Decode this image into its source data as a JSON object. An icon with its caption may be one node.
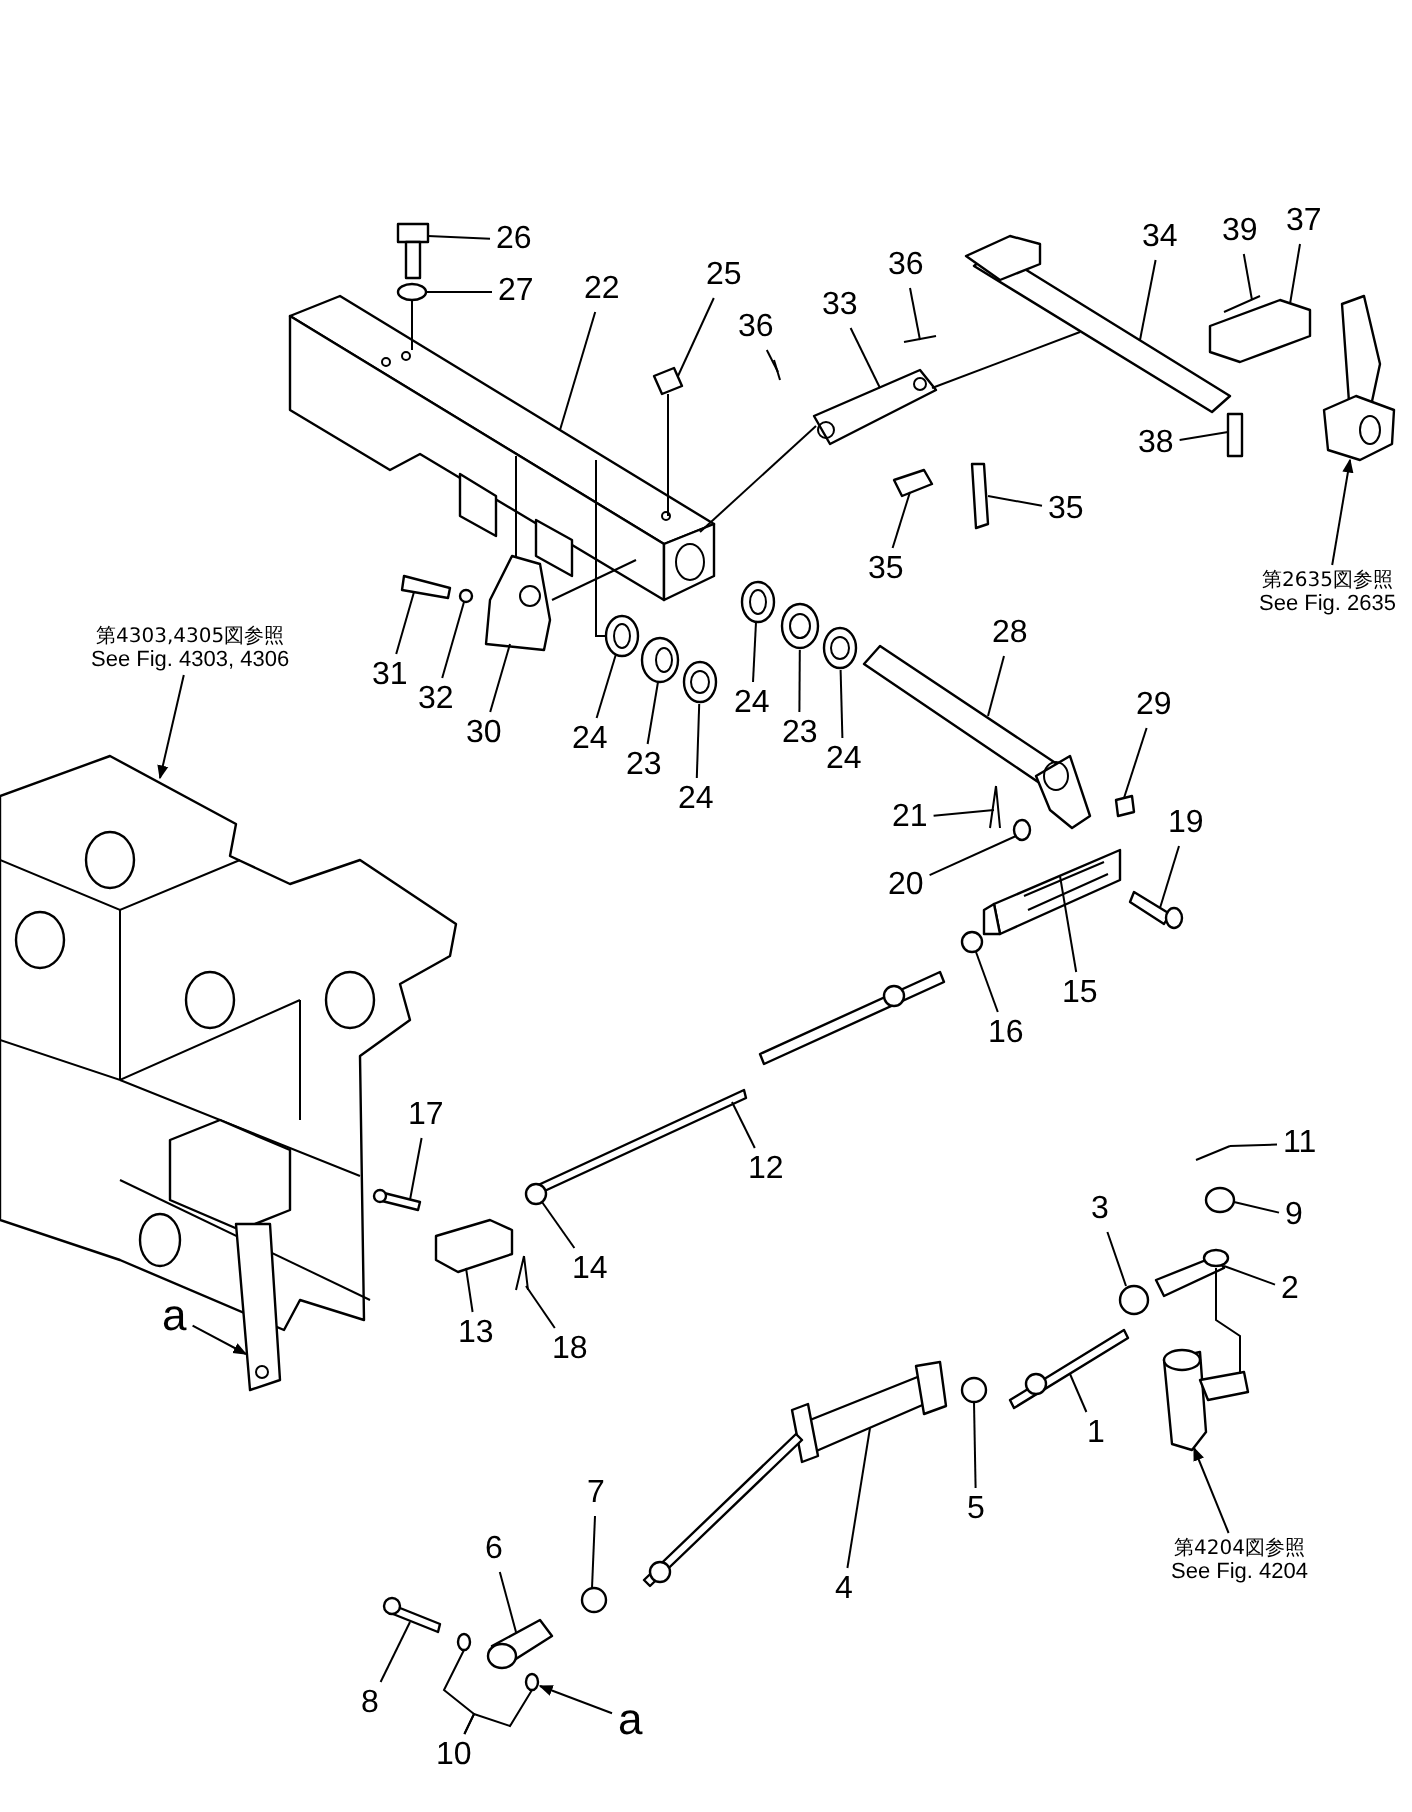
{
  "diagram": {
    "nodes": [
      {
        "text": [
          "26"
        ]
      },
      {
        "text": [
          "27"
        ]
      },
      {
        "text": [
          "22"
        ]
      },
      {
        "text": [
          "25"
        ]
      },
      {
        "text": [
          "36"
        ]
      },
      {
        "text": [
          "36"
        ]
      },
      {
        "text": [
          "33"
        ]
      },
      {
        "text": [
          "34"
        ]
      },
      {
        "text": [
          "39"
        ]
      },
      {
        "text": [
          "37"
        ]
      },
      {
        "text": [
          "38"
        ]
      },
      {
        "text": [
          "35"
        ]
      },
      {
        "text": [
          "35"
        ]
      },
      {
        "text": [
          "第2635図参照",
          "See Fig. 2635"
        ]
      },
      {
        "text": [
          "第4303,4305図参照",
          "See Fig. 4303, 4306"
        ]
      },
      {
        "text": [
          "31"
        ]
      },
      {
        "text": [
          "32"
        ]
      },
      {
        "text": [
          "30"
        ]
      },
      {
        "text": [
          "24"
        ]
      },
      {
        "text": [
          "23"
        ]
      },
      {
        "text": [
          "24"
        ]
      },
      {
        "text": [
          "24"
        ]
      },
      {
        "text": [
          "23"
        ]
      },
      {
        "text": [
          "24"
        ]
      },
      {
        "text": [
          "28"
        ]
      },
      {
        "text": [
          "29"
        ]
      },
      {
        "text": [
          "21"
        ]
      },
      {
        "text": [
          "20"
        ]
      },
      {
        "text": [
          "19"
        ]
      },
      {
        "text": [
          "15"
        ]
      },
      {
        "text": [
          "16"
        ]
      },
      {
        "text": [
          "17"
        ]
      },
      {
        "text": [
          "12"
        ]
      },
      {
        "text": [
          "11"
        ]
      },
      {
        "text": [
          "3"
        ]
      },
      {
        "text": [
          "9"
        ]
      },
      {
        "text": [
          "14"
        ]
      },
      {
        "text": [
          "2"
        ]
      },
      {
        "text": [
          "13"
        ]
      },
      {
        "text": [
          "18"
        ]
      },
      {
        "text": [
          "a"
        ]
      },
      {
        "text": [
          "1"
        ]
      },
      {
        "text": [
          "5"
        ]
      },
      {
        "text": [
          "4"
        ]
      },
      {
        "text": [
          "7"
        ]
      },
      {
        "text": [
          "6"
        ]
      },
      {
        "text": [
          "第4204図参照",
          "See Fig. 4204"
        ]
      },
      {
        "text": [
          "8"
        ]
      },
      {
        "text": [
          "10"
        ]
      },
      {
        "text": [
          "a"
        ]
      },
      {
        "text": [],
        "shape": "circle"
      },
      {
        "text": [],
        "shape": "circle"
      },
      {
        "text": [],
        "shape": "circle"
      },
      {
        "text": [],
        "shape": "picture"
      },
      {
        "text": [],
        "shape": "circle"
      },
      {
        "text": [],
        "shape": "picture"
      },
      {
        "text": [],
        "shape": "box"
      },
      {
        "text": [],
        "shape": "picture"
      },
      {
        "text": [],
        "shape": "picture"
      },
      {
        "text": [],
        "shape": "picture"
      },
      {
        "text": [],
        "shape": "picture"
      },
      {
        "text": [],
        "shape": "picture"
      },
      {
        "text": [],
        "shape": "box"
      },
      {
        "text": [],
        "shape": "box"
      },
      {
        "text": [],
        "shape": "box"
      },
      {
        "text": [],
        "shape": "box"
      },
      {
        "text": [],
        "shape": "picture"
      },
      {
        "text": [],
        "shape": "picture"
      },
      {
        "text": [],
        "shape": "box"
      },
      {
        "text": [],
        "shape": "circle"
      },
      {
        "text": [],
        "shape": "picture"
      },
      {
        "text": [],
        "shape": "picture"
      },
      {
        "text": [],
        "shape": "picture"
      },
      {
        "text": [],
        "shape": "picture"
      },
      {
        "text": [],
        "shape": "picture"
      },
      {
        "text": [],
        "shape": "box"
      },
      {
        "text": [],
        "shape": "picture"
      },
      {
        "text": [],
        "shape": "circle"
      },
      {
        "text": [],
        "shape": "picture"
      },
      {
        "text": [],
        "shape": "picture"
      },
      {
        "text": [],
        "shape": "circle"
      },
      {
        "text": [],
        "shape": "box"
      },
      {
        "text": [],
        "shape": "box"
      },
      {
        "text": [],
        "shape": "picture"
      },
      {
        "text": [],
        "shape": "circle"
      },
      {
        "text": [],
        "shape": "circle"
      },
      {
        "text": [],
        "shape": "circle"
      },
      {
        "text": [],
        "shape": "picture"
      },
      {
        "text": [],
        "shape": "box"
      },
      {
        "text": [],
        "shape": "picture"
      },
      {
        "text": [],
        "shape": "picture"
      },
      {
        "text": [],
        "shape": "circle"
      },
      {
        "text": [],
        "shape": "picture"
      },
      {
        "text": [],
        "shape": "circle"
      },
      {
        "text": [],
        "shape": "picture"
      },
      {
        "text": [],
        "shape": "picture"
      },
      {
        "text": [],
        "shape": "box"
      },
      {
        "text": [],
        "shape": "circle"
      },
      {
        "text": [],
        "shape": "circle"
      }
    ],
    "edges": [
      {
        "from": 0,
        "to": 53,
        "arrow": "none"
      },
      {
        "from": 1,
        "to": 54,
        "arrow": "none"
      },
      {
        "from": 2,
        "to": 55,
        "arrow": "none"
      },
      {
        "from": 3,
        "to": 56,
        "arrow": "none"
      },
      {
        "from": 4,
        "to": 57,
        "arrow": "none"
      },
      {
        "from": 5,
        "to": 58,
        "arrow": "none"
      },
      {
        "from": 6,
        "to": 59,
        "arrow": "none"
      },
      {
        "from": 7,
        "to": 60,
        "arrow": "none"
      },
      {
        "from": 8,
        "to": 61,
        "arrow": "none"
      },
      {
        "from": 9,
        "to": 62,
        "arrow": "none"
      },
      {
        "from": 10,
        "to": 63,
        "arrow": "none"
      },
      {
        "from": 11,
        "to": 64,
        "arrow": "none"
      },
      {
        "from": 12,
        "to": 65,
        "arrow": "none"
      },
      {
        "from": 13,
        "to": 66,
        "arrow": "to"
      },
      {
        "from": 14,
        "to": 67,
        "arrow": "to"
      },
      {
        "from": 15,
        "to": 68,
        "arrow": "none"
      },
      {
        "from": 16,
        "to": 69,
        "arrow": "none"
      },
      {
        "from": 17,
        "to": 70,
        "arrow": "none"
      },
      {
        "from": 18,
        "to": 71,
        "arrow": "none"
      },
      {
        "from": 19,
        "to": 72,
        "arrow": "none"
      },
      {
        "from": 20,
        "to": 50,
        "arrow": "none"
      },
      {
        "from": 21,
        "to": 73,
        "arrow": "none"
      },
      {
        "from": 22,
        "to": 51,
        "arrow": "none"
      },
      {
        "from": 23,
        "to": 52,
        "arrow": "none"
      },
      {
        "from": 24,
        "to": 74,
        "arrow": "none"
      },
      {
        "from": 25,
        "to": 75,
        "arrow": "none"
      },
      {
        "from": 26,
        "to": 76,
        "arrow": "none"
      },
      {
        "from": 27,
        "to": 77,
        "arrow": "none"
      },
      {
        "from": 28,
        "to": 78,
        "arrow": "none"
      },
      {
        "from": 29,
        "to": 79,
        "arrow": "none"
      },
      {
        "from": 30,
        "to": 80,
        "arrow": "none"
      },
      {
        "from": 31,
        "to": 81,
        "arrow": "none"
      },
      {
        "from": 32,
        "to": 82,
        "arrow": "none"
      },
      {
        "from": 33,
        "to": 83,
        "arrow": "none"
      },
      {
        "from": 34,
        "to": 84,
        "arrow": "none"
      },
      {
        "from": 35,
        "to": 85,
        "arrow": "none"
      },
      {
        "from": 36,
        "to": 86,
        "arrow": "none"
      },
      {
        "from": 37,
        "to": 87,
        "arrow": "none"
      },
      {
        "from": 38,
        "to": 88,
        "arrow": "none"
      },
      {
        "from": 39,
        "to": 89,
        "arrow": "none"
      },
      {
        "from": 40,
        "to": 67,
        "arrow": "to"
      },
      {
        "from": 41,
        "to": 90,
        "arrow": "none"
      },
      {
        "from": 42,
        "to": 91,
        "arrow": "none"
      },
      {
        "from": 43,
        "to": 92,
        "arrow": "none"
      },
      {
        "from": 44,
        "to": 93,
        "arrow": "none"
      },
      {
        "from": 45,
        "to": 94,
        "arrow": "none"
      },
      {
        "from": 46,
        "to": 95,
        "arrow": "to"
      },
      {
        "from": 47,
        "to": 96,
        "arrow": "none"
      },
      {
        "from": 48,
        "to": 97,
        "arrow": "none"
      },
      {
        "from": 48,
        "to": 98,
        "arrow": "none"
      },
      {
        "from": 49,
        "to": 98,
        "arrow": "to"
      },
      {
        "from": 54,
        "to": 55,
        "arrow": "none"
      },
      {
        "from": 56,
        "to": 55,
        "arrow": "none"
      },
      {
        "from": 55,
        "to": 70,
        "arrow": "none"
      },
      {
        "from": 70,
        "to": 55,
        "arrow": "none"
      },
      {
        "from": 55,
        "to": 71,
        "arrow": "none"
      },
      {
        "from": 55,
        "to": 59,
        "arrow": "none"
      },
      {
        "from": 59,
        "to": 60,
        "arrow": "none"
      },
      {
        "from": 87,
        "to": 95,
        "arrow": "none"
      }
    ]
  }
}
